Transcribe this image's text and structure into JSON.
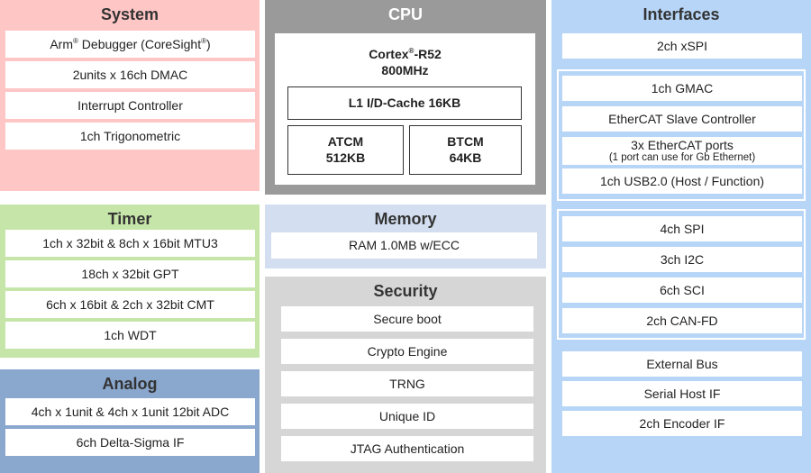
{
  "system": {
    "title": "System",
    "items": [
      {
        "pre": "Arm",
        "mark": "®",
        "mid": " Debugger (CoreSight",
        "mark2": "®",
        "post": ")"
      },
      "2units x 16ch DMAC",
      "Interrupt Controller",
      "1ch Trigonometric"
    ]
  },
  "timer": {
    "title": "Timer",
    "items": [
      "1ch x 32bit & 8ch x 16bit MTU3",
      "18ch x 32bit GPT",
      "6ch x 16bit & 2ch x 32bit CMT",
      "1ch WDT"
    ]
  },
  "analog": {
    "title": "Analog",
    "items": [
      "4ch x 1unit & 4ch x 1unit 12bit ADC",
      "6ch Delta-Sigma IF"
    ]
  },
  "cpu": {
    "title": "CPU",
    "core_name_pre": "Cortex",
    "core_mark": "®",
    "core_name_post": "-R52",
    "core_freq": "800MHz",
    "cache": "L1 I/D-Cache 16KB",
    "atcm_label": "ATCM",
    "atcm_size": "512KB",
    "btcm_label": "BTCM",
    "btcm_size": "64KB"
  },
  "memory": {
    "title": "Memory",
    "items": [
      "RAM 1.0MB w/ECC"
    ]
  },
  "security": {
    "title": "Security",
    "items": [
      "Secure boot",
      "Crypto Engine",
      "TRNG",
      "Unique ID",
      "JTAG Authentication"
    ]
  },
  "interfaces": {
    "title": "Interfaces",
    "xspi": "2ch xSPI",
    "ethernet_group": {
      "gmac": "1ch GMAC",
      "ethercat_slave": "EtherCAT Slave Controller",
      "ethercat_ports": "3x EtherCAT ports",
      "ethercat_ports_note": "(1 port can use for Gb Ethernet)",
      "usb": "1ch USB2.0 (Host / Function)"
    },
    "serial_group": [
      "4ch SPI",
      "3ch I2C",
      "6ch SCI",
      "2ch CAN-FD"
    ],
    "other": [
      "External Bus",
      "Serial Host IF",
      "2ch Encoder IF"
    ]
  }
}
